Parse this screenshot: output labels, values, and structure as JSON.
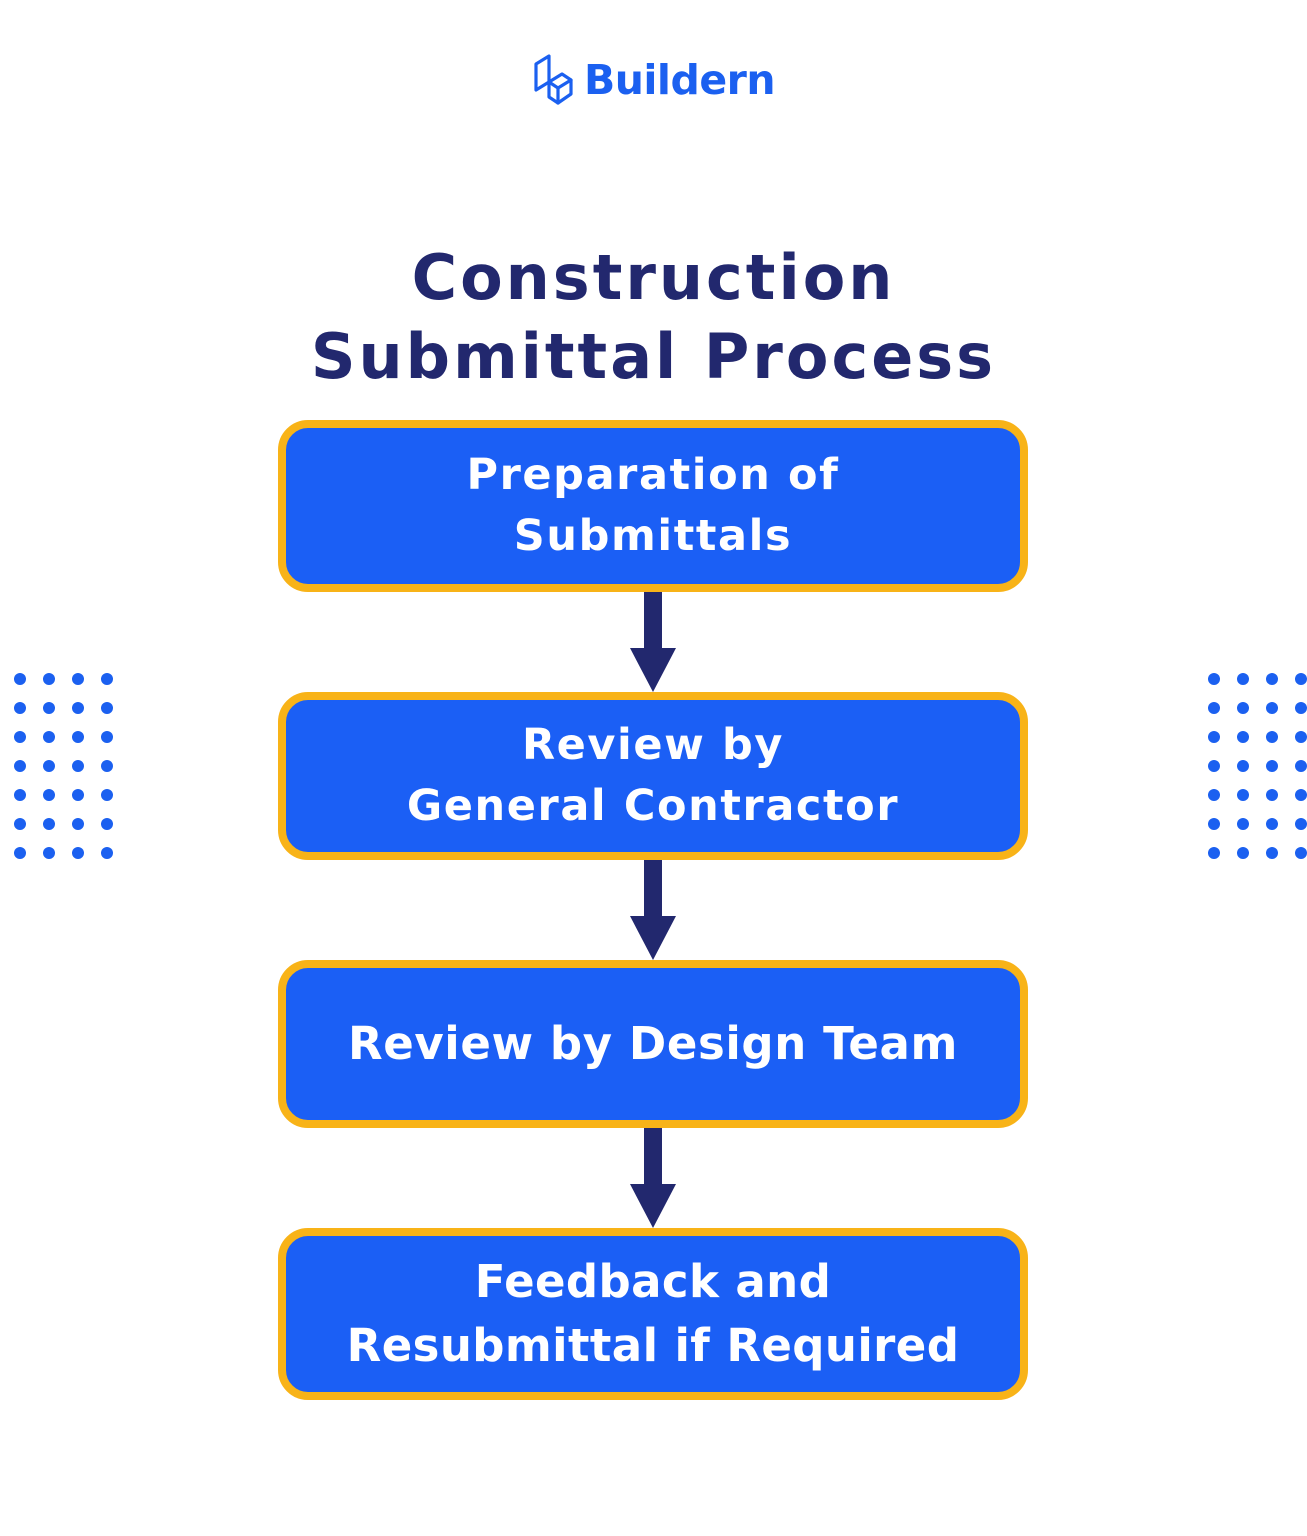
{
  "brand": {
    "name": "Buildern",
    "logo_icon": "buildern-isometric-b-logo",
    "color": "#1B60F0"
  },
  "title": {
    "line1": "Construction",
    "line2": "Submittal Process",
    "color": "#22286E"
  },
  "palette": {
    "box_fill": "#1B5FF5",
    "box_border": "#F8B318",
    "box_text": "#FFFFFF",
    "arrow": "#22286E",
    "dot": "#1B60F0",
    "background": "#FFFFFF"
  },
  "flow": {
    "steps": [
      {
        "index": 1,
        "line1": "Preparation of",
        "line2": "Submittals"
      },
      {
        "index": 2,
        "line1": "Review by",
        "line2": "General Contractor"
      },
      {
        "index": 3,
        "line1": "Review by Design Team",
        "line2": ""
      },
      {
        "index": 4,
        "line1": "Feedback and",
        "line2": "Resubmittal if Required"
      }
    ],
    "connector_icon": "down-arrow-icon",
    "connector_count": 3
  },
  "decoration": {
    "dot_grid_columns": 4,
    "dot_grid_rows": 7,
    "left_label": "dot-grid-left",
    "right_label": "dot-grid-right"
  }
}
